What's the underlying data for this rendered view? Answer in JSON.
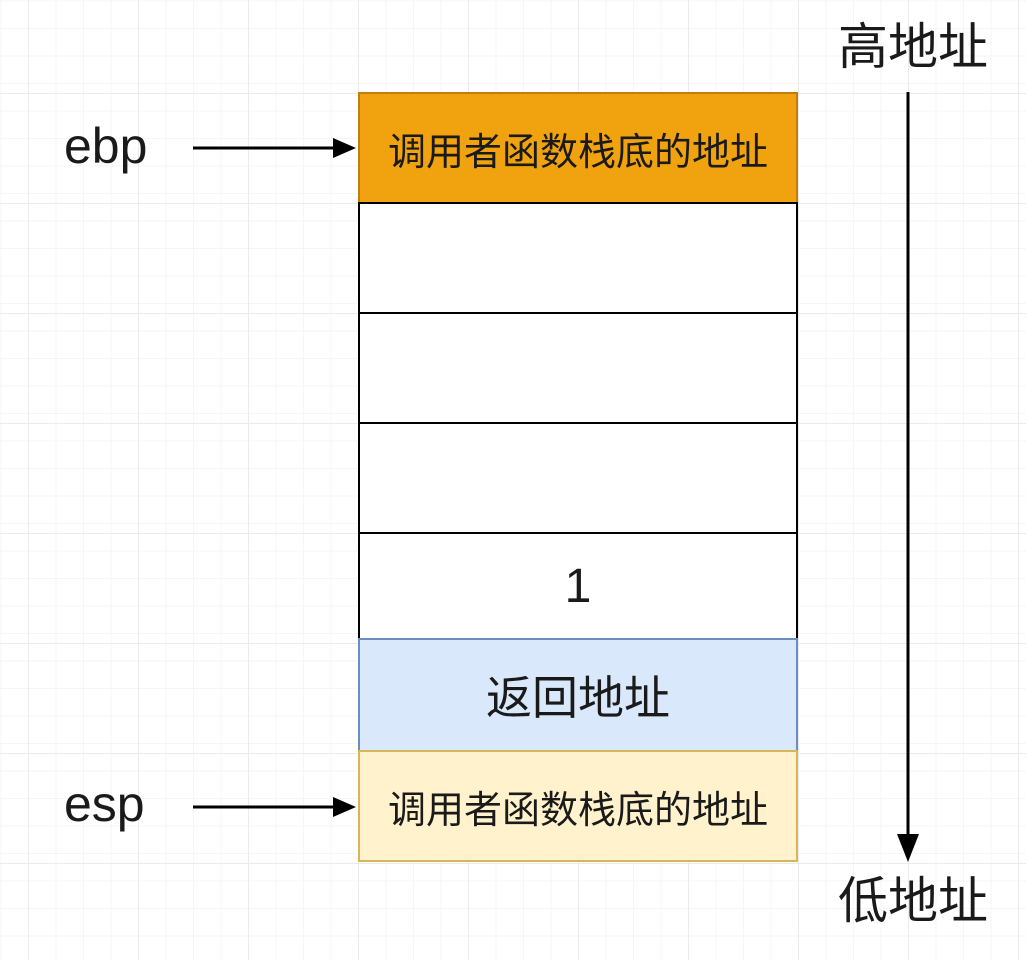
{
  "diagram": {
    "type": "stack-memory-layout",
    "colors": {
      "canvas": "#FFFFFF",
      "grid_minor": "#F6F6F6",
      "grid_major": "#EBEBEB",
      "arrow": "#000000",
      "text": "#1A1A1A"
    },
    "registers": {
      "ebp": "ebp",
      "esp": "esp"
    },
    "address_axis": {
      "high": "高地址",
      "low": "低地址"
    },
    "stack_cells": [
      {
        "name": "saved-caller-ebp",
        "label": "调用者函数栈底的地址",
        "fill": "#F0A30E",
        "stroke": "#C17E10",
        "text_color": "#1A1A1A"
      },
      {
        "name": "empty-1",
        "label": "",
        "fill": "#FFFFFF",
        "stroke": "#000000",
        "text_color": "#1A1A1A"
      },
      {
        "name": "empty-2",
        "label": "",
        "fill": "#FFFFFF",
        "stroke": "#000000",
        "text_color": "#1A1A1A"
      },
      {
        "name": "empty-3",
        "label": "",
        "fill": "#FFFFFF",
        "stroke": "#000000",
        "text_color": "#1A1A1A"
      },
      {
        "name": "argument-value",
        "label": "1",
        "fill": "#FFFFFF",
        "stroke": "#000000",
        "text_color": "#1A1A1A"
      },
      {
        "name": "return-address",
        "label": "返回地址",
        "fill": "#DAE8FC",
        "stroke": "#6C8EBF",
        "text_color": "#1A1A1A"
      },
      {
        "name": "saved-caller-ebp-esp",
        "label": "调用者函数栈底的地址",
        "fill": "#FFF2CC",
        "stroke": "#D6B656",
        "text_color": "#1A1A1A"
      }
    ]
  }
}
